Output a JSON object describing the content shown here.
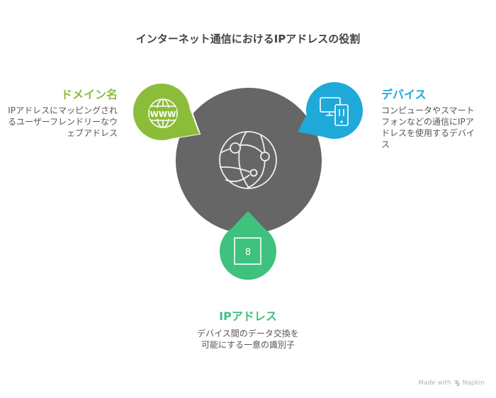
{
  "title": "インターネット通信におけるIPアドレスの役割",
  "colors": {
    "center": "#666666",
    "domain": "#8cbd3a",
    "device": "#1fa9d9",
    "ip": "#3ec27e",
    "title": "#444444",
    "text": "#555555"
  },
  "center": {
    "icon": "network-globe-icon"
  },
  "nodes": {
    "domain": {
      "heading": "ドメイン名",
      "description": "IPアドレスにマッピングされるユーザーフレンドリーなウェブアドレス",
      "icon": "www-globe-icon"
    },
    "device": {
      "heading": "デバイス",
      "description": "コンピュータやスマートフォンなどの通信にIPアドレスを使用するデバイス",
      "icon": "devices-icon"
    },
    "ip": {
      "heading": "IPアドレス",
      "description": "デバイス間のデータ交換を可能にする一意の識別子",
      "icon": "number-box-icon",
      "icon_text": "8"
    }
  },
  "footer": {
    "text": "Made with",
    "brand": "Napkin"
  }
}
